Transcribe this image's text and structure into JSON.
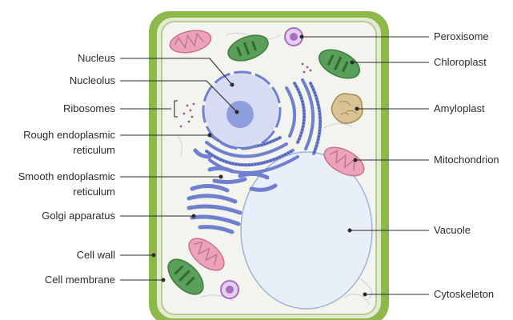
{
  "labels": {
    "left": {
      "nucleus": "Nucleus",
      "nucleolus": "Nucleolus",
      "ribosomes": "Ribosomes",
      "rough_er_line1": "Rough endoplasmic",
      "rough_er_line2": "reticulum",
      "smooth_er_line1": "Smooth endoplasmic",
      "smooth_er_line2": "reticulum",
      "golgi": "Golgi apparatus",
      "cell_wall": "Cell wall",
      "cell_membrane": "Cell membrane"
    },
    "right": {
      "peroxisome": "Peroxisome",
      "chloroplast": "Chloroplast",
      "amyloplast": "Amyloplast",
      "mitochondrion": "Mitochondrion",
      "vacuole": "Vacuole",
      "cytoskeleton": "Cytoskeleton"
    }
  },
  "colors": {
    "cell_wall": "#8db84a",
    "cell_wall_inner": "#dfe9c8",
    "cytoplasm": "#f3f4ee",
    "nucleus": "#d7dcf4",
    "nucleolus": "#8e9ddb",
    "er": "#6f80cf",
    "vacuole": "#e8eef8",
    "chloroplast": "#5aa05a",
    "mitochondrion": "#e89bb4",
    "amyloplast": "#d7bf92",
    "peroxisome": "#a86cc4"
  }
}
